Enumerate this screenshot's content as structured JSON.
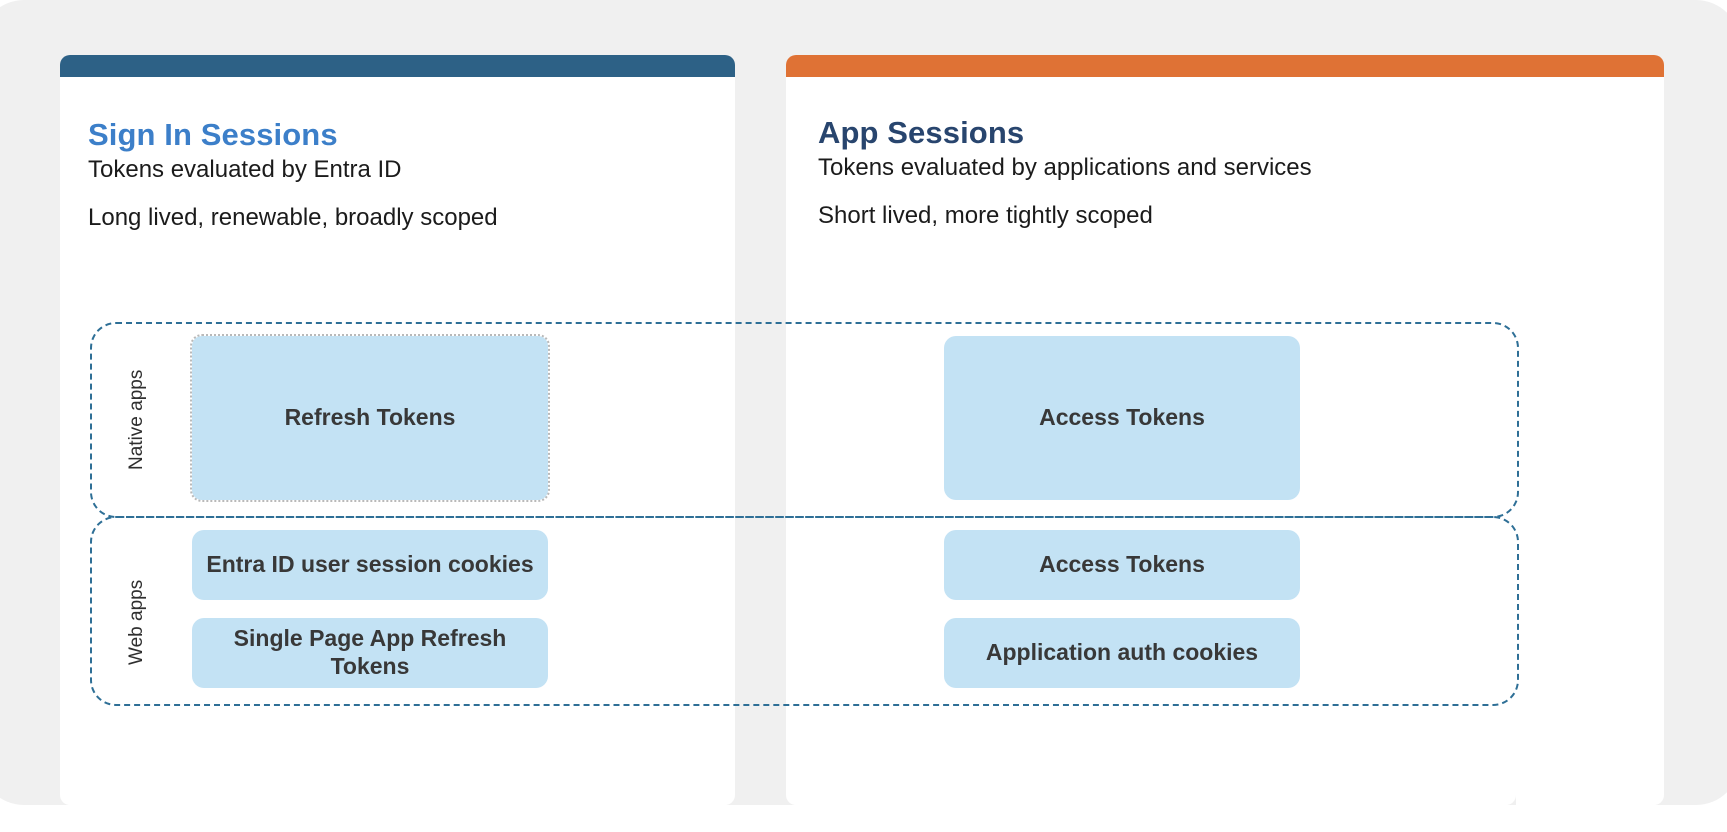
{
  "diagram": {
    "type": "two-column-comparison",
    "title_hidden": "",
    "colors": {
      "shell_background": "#f0f0f0",
      "panel_background": "#ffffff",
      "left_accent_bar": "#2d6186",
      "right_accent_bar": "#df7235",
      "left_title_text": "#3c7fc9",
      "right_title_text": "#28456e",
      "chip_fill": "#c3e2f4",
      "chip_text": "#383838",
      "dashed_outline": "#2e6f96",
      "selection_outline": "#b9b9b9"
    }
  },
  "left_panel": {
    "title": "Sign In Sessions",
    "subtitle": "Tokens evaluated by Entra ID",
    "description": "Long lived, renewable, broadly scoped",
    "rows": {
      "native": {
        "label": "Native apps",
        "chips": [
          {
            "label": "Refresh Tokens",
            "selected": true
          }
        ]
      },
      "web": {
        "label": "Web apps",
        "chips": [
          {
            "label": "Entra ID user session cookies",
            "selected": false
          },
          {
            "label": "Single Page App Refresh Tokens",
            "selected": false
          }
        ]
      }
    }
  },
  "right_panel": {
    "title": "App Sessions",
    "subtitle": "Tokens evaluated by applications and services",
    "description": "Short lived, more tightly scoped",
    "rows": {
      "native": {
        "chips": [
          {
            "label": "Access Tokens",
            "selected": false
          }
        ]
      },
      "web": {
        "chips": [
          {
            "label": "Access Tokens",
            "selected": false
          },
          {
            "label": "Application auth cookies",
            "selected": false
          }
        ]
      }
    }
  }
}
